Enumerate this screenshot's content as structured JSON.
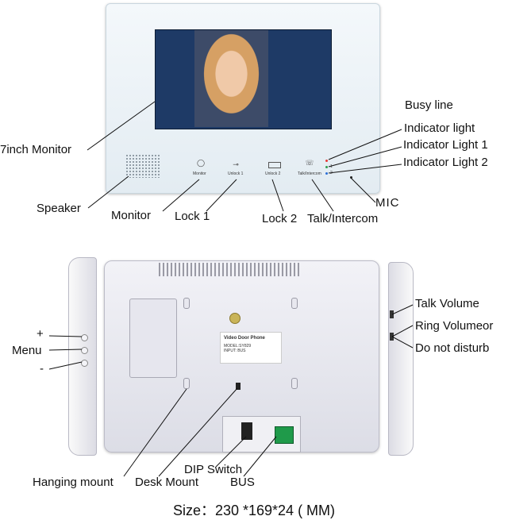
{
  "front": {
    "labels": {
      "monitor7": "7inch Monitor",
      "speaker": "Speaker",
      "monitor": "Monitor",
      "lock1": "Lock 1",
      "lock2": "Lock 2",
      "talk": "Talk/Intercom",
      "mic": "MIC",
      "busy": "Busy line",
      "ind": "Indicator light",
      "ind1": "Indicator Light 1",
      "ind2": "Indicator Light 2"
    },
    "buttons": {
      "monitor": "Monitor",
      "unlock1": "Unlock 1",
      "unlock2": "Unlock 2",
      "talk": "Talk/Intercom"
    },
    "led_numbers": {
      "one": "1",
      "two": "2"
    },
    "led_colors": {
      "busy": "#e53935",
      "ind1": "#2e9e4f",
      "ind2": "#2b6fd6"
    }
  },
  "back": {
    "labels": {
      "plus": "+",
      "menu": "Menu",
      "minus": "-",
      "talk_volume": "Talk Volume",
      "ring_volume": "Ring Volumeor",
      "dnd": "Do not disturb",
      "hanging": "Hanging mount",
      "desk": "Desk Mount",
      "dip": "DIP Switch",
      "bus": "BUS"
    },
    "sticker": {
      "title": "Video Door Phone",
      "model": "MODEL:SY829",
      "input": "INPUT: BUS"
    }
  },
  "size": "Size：230 *169*24 ( MM)"
}
